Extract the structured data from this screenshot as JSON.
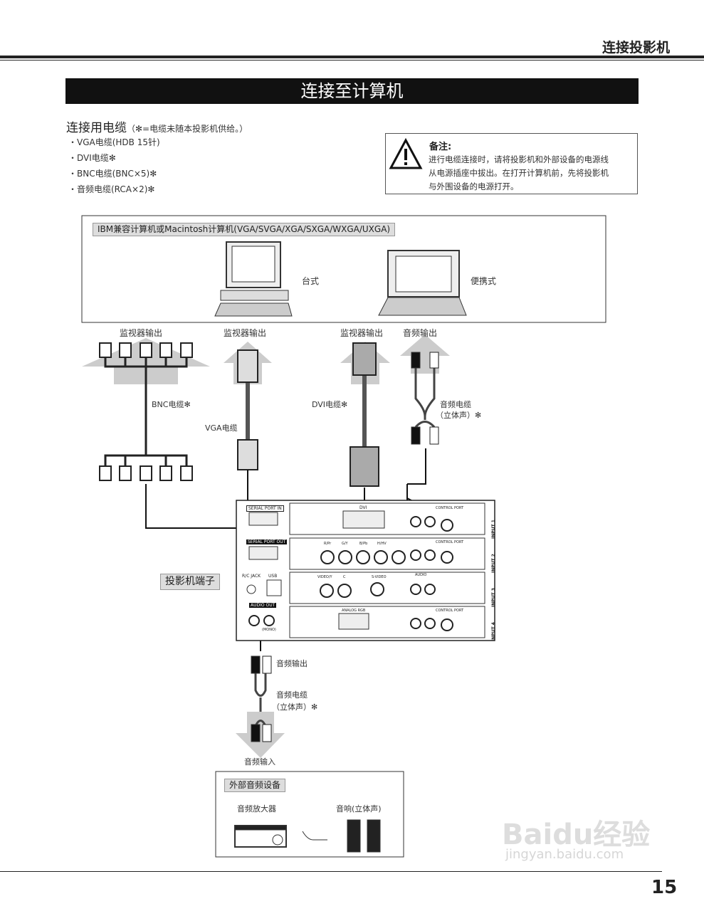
{
  "header": {
    "section_title": "连接投影机"
  },
  "banner": {
    "title": "连接至计算机"
  },
  "cables": {
    "title": "连接用电缆",
    "note": "（✻=电缆未随本投影机供给。）",
    "items": [
      "・VGA电缆(HDB 15针)",
      "・DVI电缆✻",
      "・BNC电缆(BNC×5)✻",
      "・音频电缆(RCA×2)✻"
    ]
  },
  "note_box": {
    "icon": "warning-icon",
    "title": "备注:",
    "lines": [
      "进行电缆连接时，请将投影机和外部设备的电源线",
      "从电源插座中拔出。在打开计算机前，先将投影机",
      "与外围设备的电源打开。"
    ]
  },
  "computer": {
    "label": "IBM兼容计算机或Macintosh计算机(VGA/SVGA/XGA/SXGA/WXGA/UXGA)",
    "desktop": "台式",
    "laptop": "便携式"
  },
  "outputs": {
    "monitor1": "监视器输出",
    "monitor2": "监视器输出",
    "monitor3": "监视器输出",
    "audio": "音频输出"
  },
  "cable_labels": {
    "bnc": "BNC电缆✻",
    "vga": "VGA电缆",
    "dvi": "DVI电缆✻",
    "audio1": "音频电缆",
    "audio1b": "（立体声）✻"
  },
  "projector": {
    "label": "投影机端子",
    "serial_in": "SERIAL PORT IN",
    "serial_out": "SERIAL PORT OUT",
    "rc_jack": "R/C JACK",
    "usb": "USB",
    "audio_out": "AUDIO OUT",
    "mono": "(MONO)",
    "inputs": [
      "INPUT 1",
      "INPUT 2",
      "INPUT 3",
      "INPUT 4"
    ],
    "dvi": "DVI",
    "bnc_labels": [
      "R/Pr",
      "G/Y",
      "B/Pb",
      "H/HV"
    ],
    "video_y": "VIDEO/Y",
    "c": "C",
    "s_video": "S-VIDEO",
    "audio": "AUDIO",
    "control_port": "CONTROL PORT",
    "analog_rgb": "ANALOG RGB"
  },
  "audio_out_section": {
    "audio_output": "音频输出",
    "cable": "音频电缆",
    "cable_b": "（立体声）✻",
    "audio_input": "音频输入"
  },
  "external_audio": {
    "label": "外部音频设备",
    "amplifier": "音频放大器",
    "speakers": "音响(立体声)"
  },
  "footer": {
    "page_number": "15"
  },
  "watermark": {
    "text": "Baidu经验",
    "url_text": "jingyan.baidu.com"
  }
}
